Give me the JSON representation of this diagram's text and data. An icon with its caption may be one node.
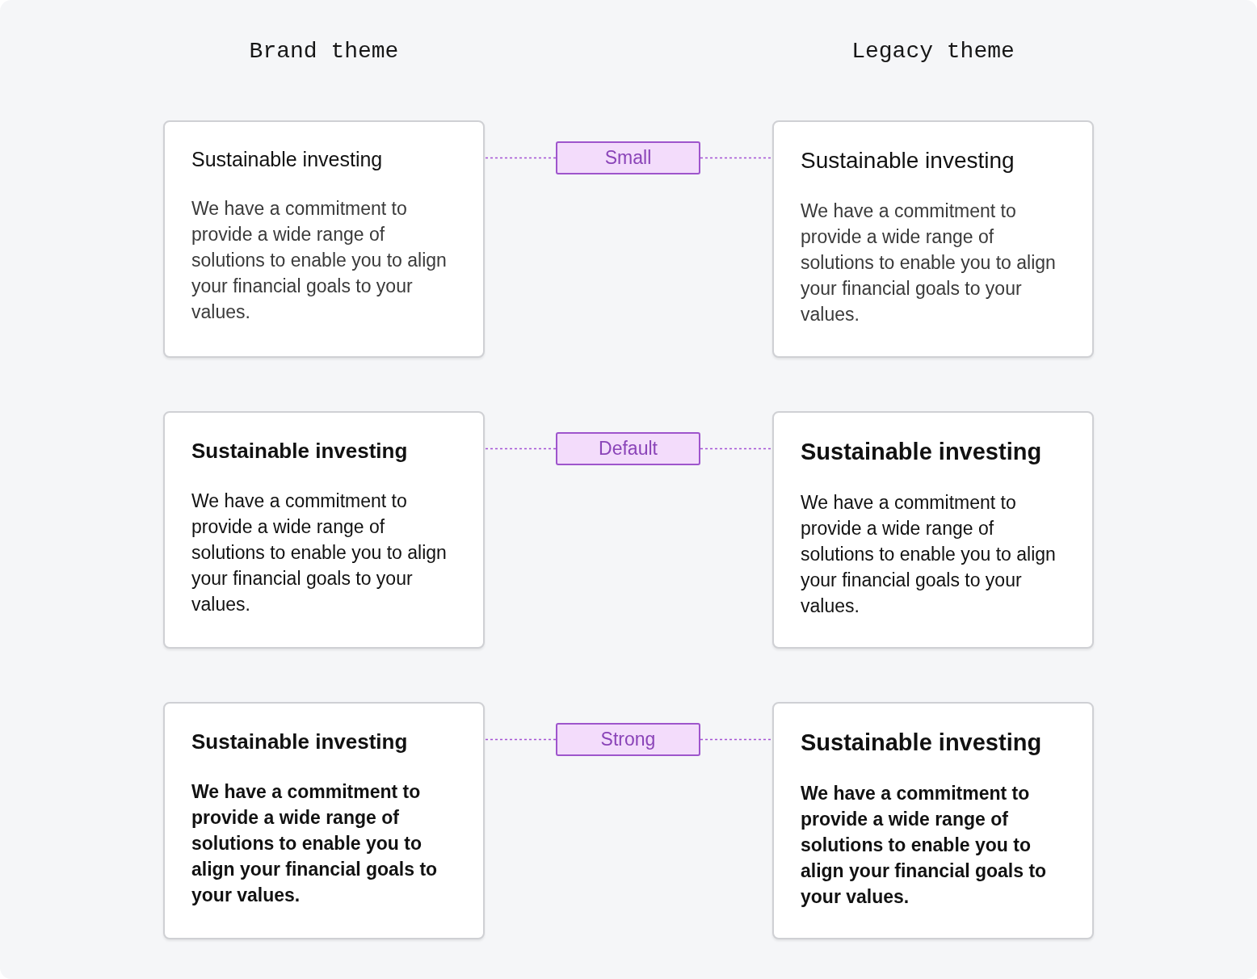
{
  "diagram": {
    "nodes": [
      {
        "text": [
          "Sustainable investing",
          "We have a commitment to provide a wide range of solutions to enable you to align your financial goals to your values."
        ]
      },
      {
        "text": [
          "Small"
        ]
      },
      {
        "text": [
          "Sustainable investing",
          "We have a commitment to provide a wide range of solutions to enable you to align your financial goals to your values."
        ]
      },
      {
        "text": [
          "Sustainable investing",
          "We have a commitment to provide a wide range of solutions to enable you to align your financial goals to your values."
        ]
      },
      {
        "text": [
          "Default"
        ]
      },
      {
        "text": [
          "Sustainable investing",
          "We have a commitment to provide a wide range of solutions to enable you to align your financial goals to your values."
        ]
      },
      {
        "text": [
          "Sustainable investing",
          "We have a commitment to provide a wide range of solutions to enable you to align your financial goals to your values."
        ]
      },
      {
        "text": [
          "Strong"
        ]
      },
      {
        "text": [
          "Sustainable investing",
          "We have a commitment to provide a wide range of solutions to enable you to align your financial goals to your values."
        ]
      }
    ],
    "edges": [
      {
        "from": 1,
        "to": 0,
        "arrow": "none",
        "style": "dashed"
      },
      {
        "from": 1,
        "to": 2,
        "arrow": "none",
        "style": "dashed"
      },
      {
        "from": 4,
        "to": 3,
        "arrow": "none",
        "style": "dashed"
      },
      {
        "from": 4,
        "to": 5,
        "arrow": "none",
        "style": "dashed"
      },
      {
        "from": 7,
        "to": 6,
        "arrow": "none",
        "style": "dashed"
      },
      {
        "from": 7,
        "to": 8,
        "arrow": "none",
        "style": "dashed"
      }
    ],
    "labels": [
      "Brand theme",
      "Legacy theme"
    ]
  }
}
